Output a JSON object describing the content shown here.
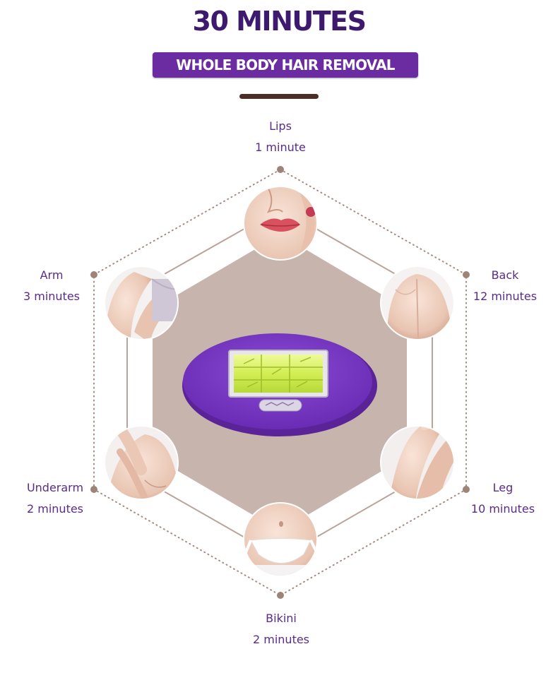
{
  "header": {
    "title": "30 MINUTES",
    "subtitle": "WHOLE BODY HAIR REMOVAL"
  },
  "zones": [
    {
      "name": "Lips",
      "time": "1 minute"
    },
    {
      "name": "Back",
      "time": "12 minutes"
    },
    {
      "name": "Leg",
      "time": "10 minutes"
    },
    {
      "name": "Bikini",
      "time": "2 minutes"
    },
    {
      "name": "Underarm",
      "time": "2 minutes"
    },
    {
      "name": "Arm",
      "time": "3 minutes"
    }
  ],
  "colors": {
    "brand_purple": "#6a2ca0",
    "title_purple": "#3d1a6e",
    "label_purple": "#5a2b8a",
    "hexagon_fill": "#c6b4ad",
    "outline": "#a48b82",
    "device_purple": "#7b3fc6",
    "lamp_green": "#d8f060"
  }
}
